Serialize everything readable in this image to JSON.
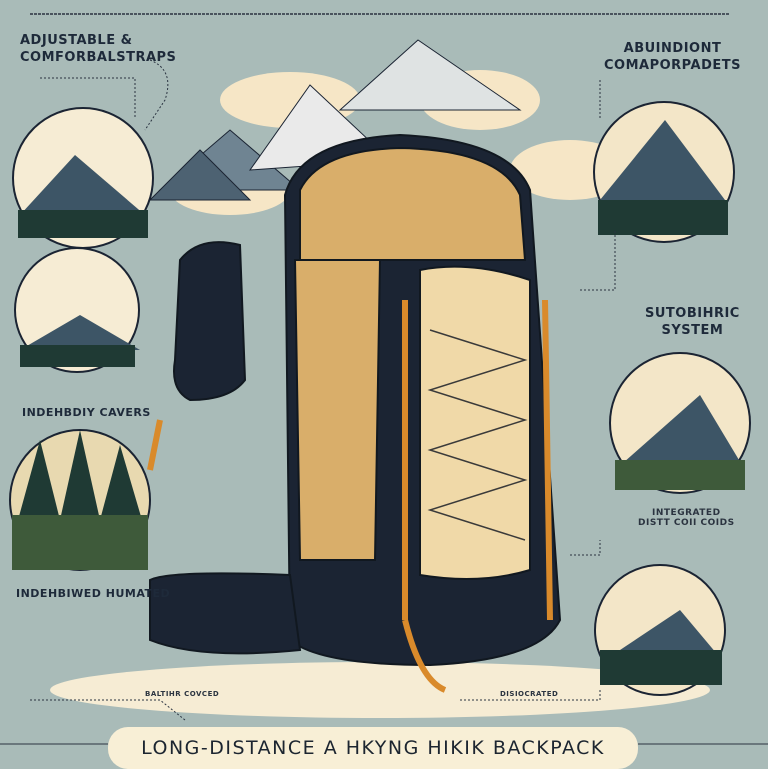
{
  "labels": {
    "straps": [
      "ADJUSTABLE &",
      "COMFORBALSTRAPS"
    ],
    "compartments": [
      "ABUINDIONT",
      "COMAPORPADETS"
    ],
    "system": [
      "SUTOBIHRIC",
      "SYSTEM"
    ],
    "covers": "INDEHBDIY CAVERS",
    "humated": "INDEHBIWED HUMATED",
    "integrated": [
      "INTEGRATED",
      "DISTT COII COIDS"
    ],
    "bottom_left_note": "BALTIHR COVCED",
    "bottom_right_note": "DISIOCRATED"
  },
  "title": "LONG-DISTANCE A HKYNG HIKIK BACKPACK",
  "colors": {
    "background": "#a9bbb8",
    "cream": "#f8efd6",
    "tan": "#d9ae6a",
    "navy": "#1b2433",
    "orange": "#d98a2b"
  }
}
